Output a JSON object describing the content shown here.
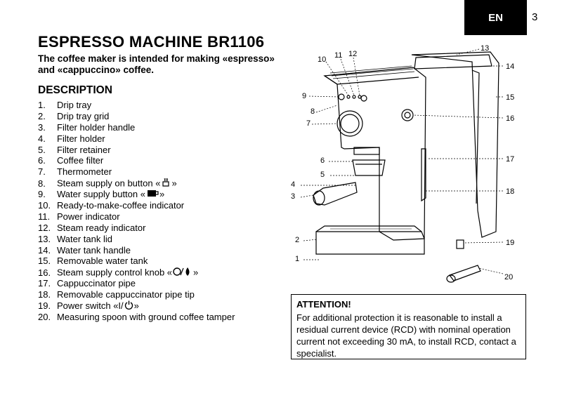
{
  "header": {
    "lang": "EN",
    "page": "3"
  },
  "title": "ESPRESSO MACHINE BR1106",
  "intro": "The coffee maker is intended for making «espresso» and «cappuccino» coffee.",
  "description_heading": "DESCRIPTION",
  "parts": [
    {
      "num": "1.",
      "text": "Drip tray"
    },
    {
      "num": "2.",
      "text": "Drip tray grid"
    },
    {
      "num": "3.",
      "text": "Filter holder handle"
    },
    {
      "num": "4.",
      "text": "Filter holder"
    },
    {
      "num": "5.",
      "text": "Filter retainer"
    },
    {
      "num": "6.",
      "text": "Coffee filter"
    },
    {
      "num": "7.",
      "text": "Thermometer"
    },
    {
      "num": "8.",
      "text": "Steam supply on button «",
      "after": "»",
      "icon": "steam-button-icon"
    },
    {
      "num": "9.",
      "text": "Water supply button «",
      "after": "»",
      "icon": "cup-icon"
    },
    {
      "num": "10.",
      "text": "Ready-to-make-coffee indicator"
    },
    {
      "num": "11.",
      "text": "Power indicator"
    },
    {
      "num": "12.",
      "text": "Steam ready indicator"
    },
    {
      "num": "13.",
      "text": "Water tank lid"
    },
    {
      "num": "14.",
      "text": "Water tank handle"
    },
    {
      "num": "15.",
      "text": "Removable water tank"
    },
    {
      "num": "16.",
      "text": "Steam supply control knob «",
      "after": "»",
      "icon": "knob-drop-icon"
    },
    {
      "num": "17.",
      "text": "Cappuccinator pipe"
    },
    {
      "num": "18.",
      "text": "Removable cappuccinator pipe tip"
    },
    {
      "num": "19.",
      "text": "Power switch «I/",
      "after": "»",
      "icon": "power-icon"
    },
    {
      "num": "20.",
      "text": "Measuring spoon with ground coffee tamper"
    }
  ],
  "diagram_labels": [
    "1",
    "2",
    "3",
    "4",
    "5",
    "6",
    "7",
    "8",
    "9",
    "10",
    "11",
    "12",
    "13",
    "14",
    "15",
    "16",
    "17",
    "18",
    "19",
    "20"
  ],
  "attention": {
    "heading": "ATTENTION!",
    "text": "For additional protection it is reasonable to install a residual current device (RCD) with nominal operation current not exceeding 30 mA, to install RCD, contact a specialist."
  }
}
